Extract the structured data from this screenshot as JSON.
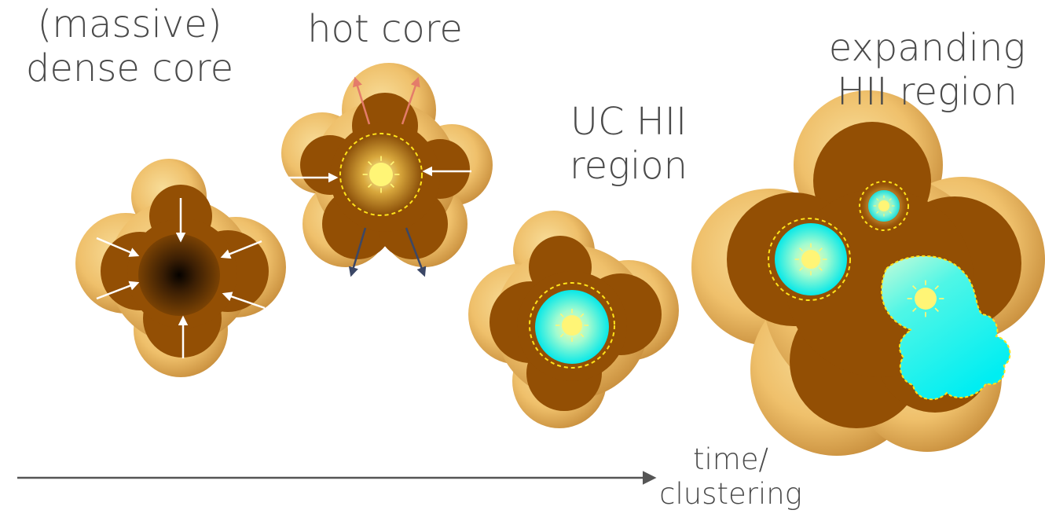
{
  "stages": [
    {
      "id": "dense-core",
      "line1": "(massive)",
      "line2": "dense core"
    },
    {
      "id": "hot-core",
      "line1": "hot core",
      "line2": ""
    },
    {
      "id": "uc-hii",
      "line1": "UC HII",
      "line2": "region"
    },
    {
      "id": "expanding-hii",
      "line1": "expanding",
      "line2": "HII region"
    }
  ],
  "axis": {
    "line1": "time/",
    "line2": "clustering"
  },
  "colors": {
    "envelope_outer": "#f2c46a",
    "envelope_inner": "#934f04",
    "infall_arrow": "#ffffff",
    "outflow_red": "#e47c6a",
    "outflow_blue": "#3b4766",
    "star": "#fff576",
    "hii_region": "#00f0f0",
    "boundary": "#ffe21a",
    "text": "#4a4a4a",
    "axis": "#555555"
  },
  "icons": [
    "sun-icon",
    "arrow-icon"
  ]
}
